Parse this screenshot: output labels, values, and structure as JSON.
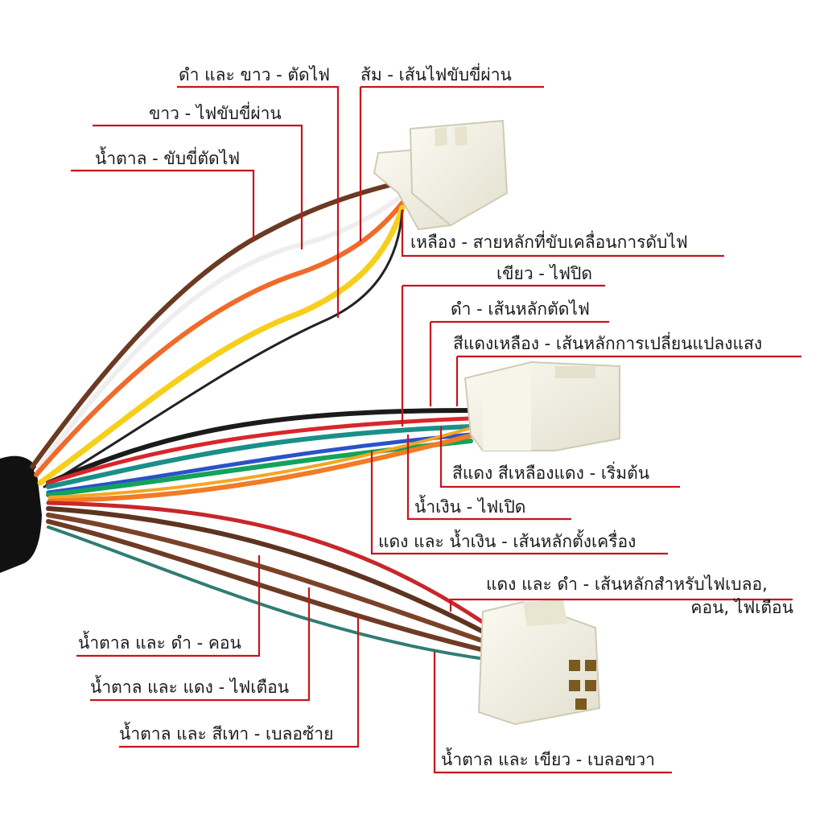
{
  "labels": {
    "black_white": "ดำ และ ขาว - ตัดไฟ",
    "orange": "ส้ม - เส้นไฟขับขี่ผ่าน",
    "white": "ขาว - ไฟขับขี่ผ่าน",
    "brown_top": "น้ำตาล - ขับขี่ตัดไฟ",
    "yellow": "เหลือง - สายหลักที่ขับเคลื่อนการดับไฟ",
    "green": "เขียว - ไฟปิด",
    "black": "ดำ - เส้นหลักตัดไฟ",
    "red_yellow": "สีแดงเหลือง - เส้นหลักการเปลี่ยนแปลงแสง",
    "red_yellow_red": "สีแดง สีเหลืองแดง - เริ่มต้น",
    "blue": "น้ำเงิน - ไฟเปิด",
    "red_blue": "แดง และ น้ำเงิน - เส้นหลักตั้งเครื่อง",
    "red_black_line1": "แดง และ ดำ - เส้นหลักสำหรับไฟเบลอ,",
    "red_black_line2": "คอน, ไฟเตือน",
    "brown_black": "น้ำตาล และ ดำ - คอน",
    "brown_red": "น้ำตาล และ แดง - ไฟเตือน",
    "brown_grey": "น้ำตาล และ สีเทา - เบลอซ้าย",
    "brown_green": "น้ำตาล และ เขียว - เบลอขวา"
  },
  "colors": {
    "leader": "#c4161c",
    "connector": "#f3f1e4",
    "sheath": "#111111"
  }
}
